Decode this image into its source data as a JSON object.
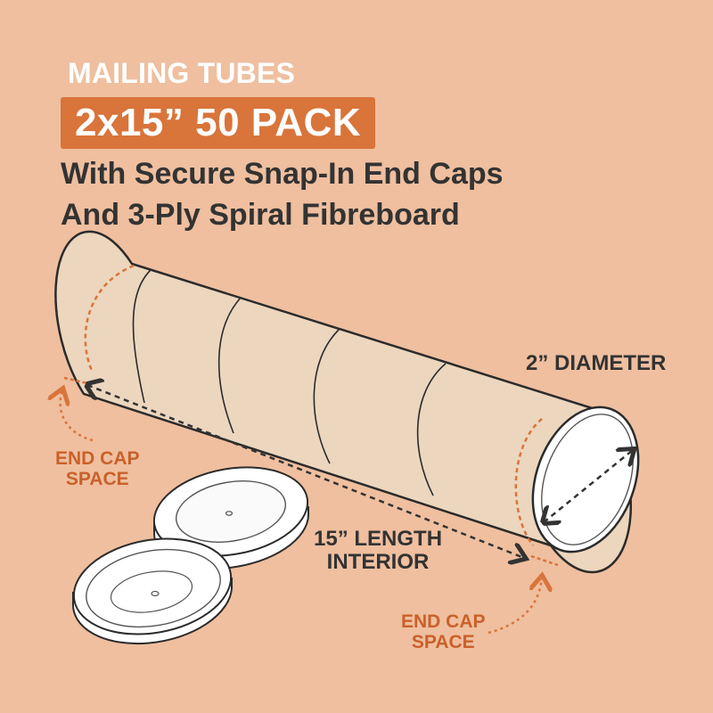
{
  "header": {
    "eyebrow": "MAILING TUBES",
    "badge": "2x15” 50 PACK",
    "subtitle_line1": "With Secure Snap-In End Caps",
    "subtitle_line2": "And 3-Ply Spiral Fibreboard"
  },
  "labels": {
    "diameter": "2” DIAMETER",
    "length_line1": "15” LENGTH",
    "length_line2": "INTERIOR",
    "end_cap_left_line1": "END CAP",
    "end_cap_left_line2": "SPACE",
    "end_cap_right_line1": "END CAP",
    "end_cap_right_line2": "SPACE"
  },
  "colors": {
    "background": "#efbf9f",
    "accent": "#d9743a",
    "tube": "#ecd6be",
    "text_dark": "#333333",
    "text_orange": "#c9612a"
  },
  "icons": [
    "tube-illustration",
    "end-cap-illustration",
    "dimension-arrow-icon",
    "curved-arrow-icon"
  ]
}
